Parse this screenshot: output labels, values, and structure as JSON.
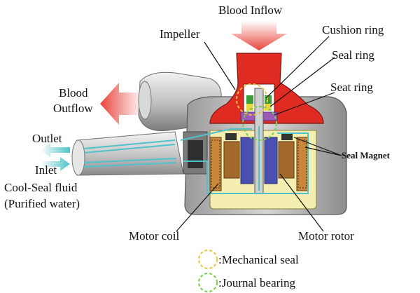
{
  "labels": {
    "blood_inflow": "Blood Inflow",
    "impeller": "Impeller",
    "cushion_ring": "Cushion ring",
    "seal_ring": "Seal ring",
    "seat_ring": "Seat ring",
    "blood_outflow_1": "Blood",
    "blood_outflow_2": "Outflow",
    "outlet": "Outlet",
    "inlet": "Inlet",
    "cool_seal_fluid": "Cool-Seal fluid",
    "purified_water": "(Purified water)",
    "seal_magnet": "Seal Magnet",
    "motor_coil": "Motor coil",
    "motor_rotor": "Motor rotor"
  },
  "legend": {
    "mechanical_seal": ":Mechanical seal",
    "journal_bearing": ":Journal bearing"
  },
  "colors": {
    "blood_arrow": "#e8453c",
    "impeller_red": "#e02b22",
    "housing_gray": "#b9b9b9",
    "housing_dark": "#6e6e6e",
    "coil_orange": "#c8873a",
    "rotor_blue": "#4a4fb0",
    "fluid_cyan": "#4fc3c9",
    "seal_green": "#3a9e3a",
    "seat_purple": "#9a5ab8",
    "base_yellow": "#f4eeb0",
    "mech_seal_circle": "#e7c53a",
    "journal_circle": "#7acb4f"
  }
}
